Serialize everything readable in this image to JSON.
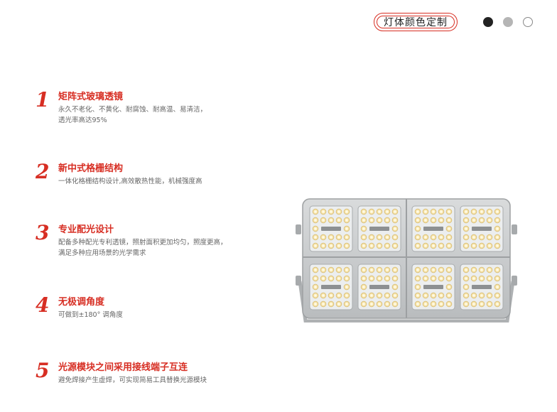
{
  "header": {
    "customize_label": "灯体颜色定制",
    "swatches": [
      "#222222",
      "#b5b5b5",
      "#ffffff"
    ]
  },
  "features": [
    {
      "number": "1",
      "title": "矩阵式玻璃透镜",
      "desc": "永久不老化、不黄化、耐腐蚀、耐高温、易清洁，\n透光率高达95%"
    },
    {
      "number": "2",
      "title": "新中式格栅结构",
      "desc": "一体化格栅结构设计,高效散热性能，机械强度高"
    },
    {
      "number": "3",
      "title": "专业配光设计",
      "desc": "配备多种配光专利透镜，照射面积更加均匀，照度更高，\n满足多种应用场景的光学需求"
    },
    {
      "number": "4",
      "title": "无极调角度",
      "desc": "可做到±180°  调角度"
    },
    {
      "number": "5",
      "title": "光源模块之间采用接线端子互连",
      "desc": "避免焊接产生虚焊，可实现简易工具替换光源模块"
    }
  ],
  "product": {
    "icon": "stadium-flood-light-image"
  }
}
